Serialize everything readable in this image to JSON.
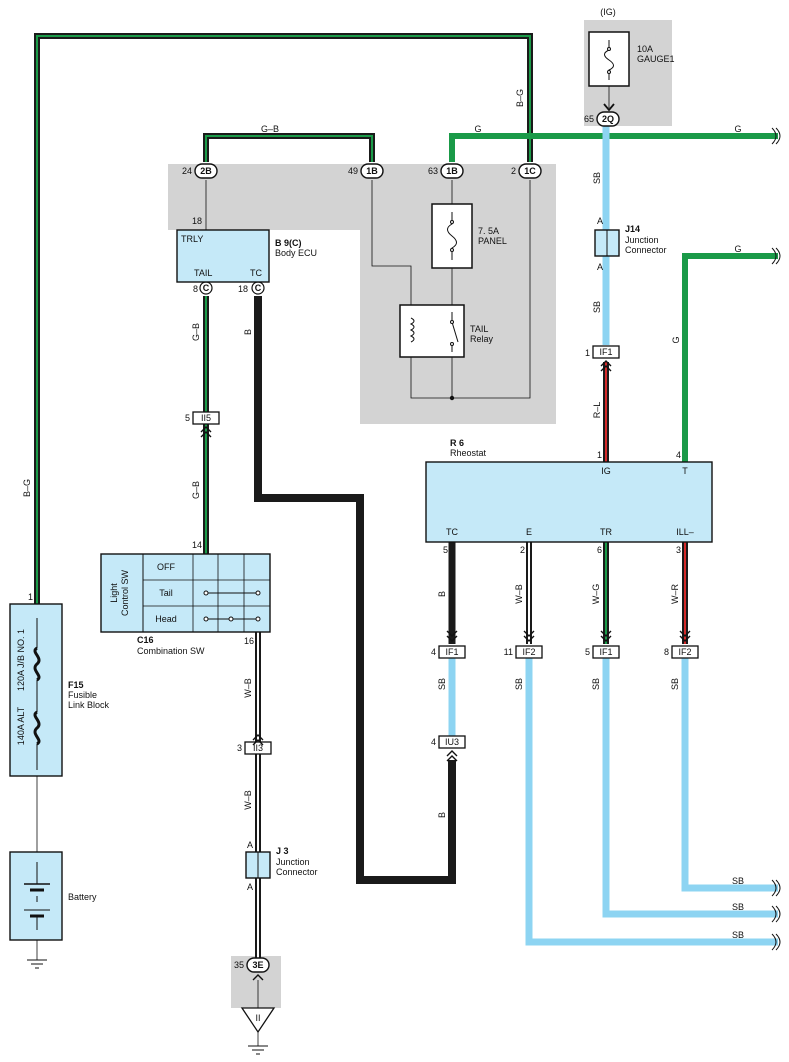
{
  "colors": {
    "wire_green": "#1a9a48",
    "wire_sky_blue": "#8dd4f2",
    "wire_red": "#d42a2a",
    "wire_black": "#1a1a1a",
    "component_fill": "#c5e9f8",
    "shaded_area": "#d3d3d3"
  },
  "ig_label": "(IG)",
  "gauge_fuse": {
    "line1": "10A",
    "line2": "GAUGE1"
  },
  "connectors": {
    "c2q": "2Q",
    "c2b": "2B",
    "c1b_left": "1B",
    "c1b_right": "1B",
    "c1c": "1C",
    "b9_c_tail": "C",
    "b9_c_tc": "C",
    "c3e": "3E"
  },
  "pins": {
    "p65": "65",
    "p24": "24",
    "p49": "49",
    "p63": "63",
    "p2": "2",
    "p18_top": "18",
    "p8": "8",
    "p18_tc": "18",
    "p5_ii5": "5",
    "p14": "14",
    "p16": "16",
    "p3_ii3": "3",
    "p1_f15": "1",
    "p35": "35",
    "j14_a_top": "A",
    "j14_a_bot": "A",
    "j3_a_top": "A",
    "j3_a_bot": "A",
    "r6_1": "1",
    "r6_4": "4",
    "r6_5": "5",
    "r6_2": "2",
    "r6_6": "6",
    "r6_3": "3",
    "p1_if1": "1",
    "p4_if1": "4",
    "p11_if2": "11",
    "p5_if1": "5",
    "p8_if2": "8",
    "p4_iu3": "4"
  },
  "wire_labels": {
    "gb_top": "G–B",
    "g_mid": "G",
    "g_right_top": "G",
    "g_right_2": "G",
    "bg_vertical": "B–G",
    "sb_1": "SB",
    "sb_2": "SB",
    "g_vertical": "G",
    "rl": "R–L",
    "gb_left_1": "G–B",
    "b_tc": "B",
    "gb_left_2": "G–B",
    "b_r6_tc": "B",
    "wb_r6_e": "W–B",
    "wg_r6_tr": "W–G",
    "wr_r6_ill": "W–R",
    "sb_if1": "SB",
    "sb_if2": "SB",
    "sb_if1b": "SB",
    "sb_if2b": "SB",
    "b_bottom": "B",
    "bg_left": "B–G",
    "wb_1": "W–B",
    "wb_2": "W–B",
    "sb_out_1": "SB",
    "sb_out_2": "SB",
    "sb_out_3": "SB"
  },
  "b9": {
    "title": "B 9(C)",
    "subtitle": "Body ECU",
    "trly": "TRLY",
    "tail": "TAIL",
    "tc": "TC"
  },
  "panel_fuse": {
    "line1": "7. 5A",
    "line2": "PANEL"
  },
  "tail_relay": {
    "line1": "TAIL",
    "line2": "Relay"
  },
  "j14": {
    "title": "J14",
    "line1": "Junction",
    "line2": "Connector"
  },
  "r6": {
    "title": "R 6",
    "subtitle": "Rheostat",
    "ig": "IG",
    "t": "T",
    "tc": "TC",
    "e": "E",
    "tr": "TR",
    "ill": "ILL–"
  },
  "c16": {
    "vertical_label_1": "Light",
    "vertical_label_2": "Control SW",
    "off": "OFF",
    "tail": "Tail",
    "head": "Head",
    "title": "C16",
    "subtitle": "Combination SW"
  },
  "f15": {
    "fuse1": "120A J/B NO. 1",
    "fuse2": "140A ALT",
    "title": "F15",
    "line1": "Fusible",
    "line2": "Link Block"
  },
  "battery_label": "Battery",
  "j3": {
    "title": "J 3",
    "line1": "Junction",
    "line2": "Connector"
  },
  "junctions": {
    "ii5": "II5",
    "ii3": "II3",
    "if1_r6": "IF1",
    "if1_tc": "IF1",
    "if2_e": "IF2",
    "if1_tr": "IF1",
    "if2_ill": "IF2",
    "iu3": "IU3"
  },
  "ground_ii": "II"
}
